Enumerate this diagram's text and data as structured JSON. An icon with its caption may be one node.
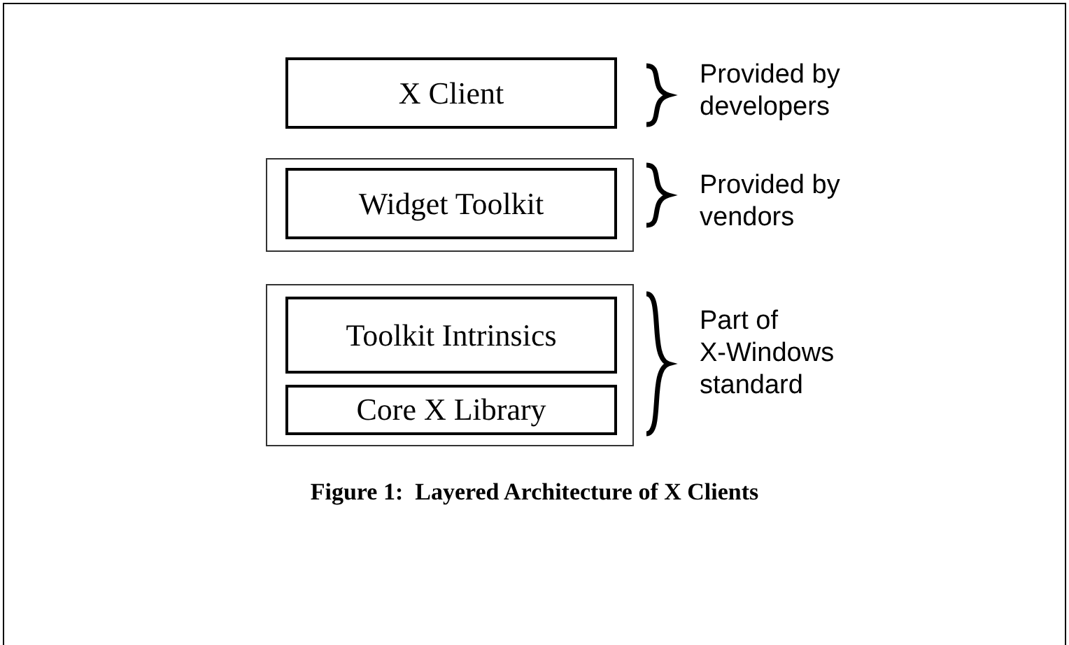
{
  "diagram": {
    "caption": "Figure 1:  Layered Architecture of X Clients",
    "nodes": [
      {
        "text": [
          "X Client"
        ]
      },
      {
        "text": [],
        "shape": "box"
      },
      {
        "text": [
          "Widget Toolkit"
        ],
        "in": 1
      },
      {
        "text": [],
        "shape": "box"
      },
      {
        "text": [
          "Toolkit Intrinsics"
        ],
        "in": 3
      },
      {
        "text": [
          "Core X Library"
        ],
        "in": 3
      }
    ],
    "edges": [],
    "labels": [
      "Provided by developers",
      "Provided by vendors",
      "Part of X-Windows standard"
    ]
  }
}
